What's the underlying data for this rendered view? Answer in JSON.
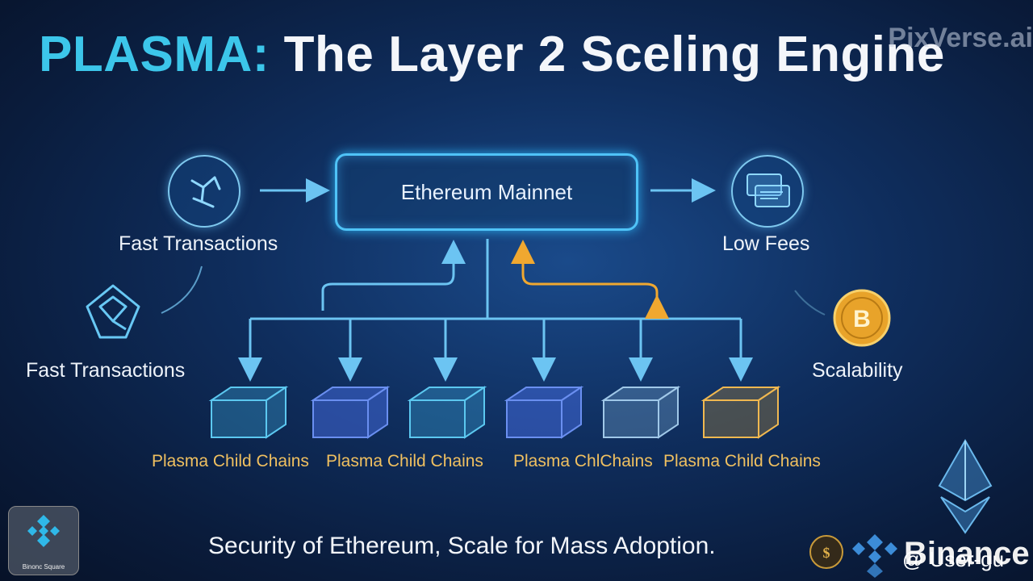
{
  "title": {
    "accent": "PLASMA:",
    "rest": " The Layer 2 Sceling Engine"
  },
  "watermark": "PixVerse.ai",
  "mainnet": {
    "label": "Ethereum Mainnet"
  },
  "benefits": {
    "fast_top": "Fast Transactions",
    "fast_left": "Fast Transactions",
    "low_fees": "Low Fees",
    "scalability": "Scalability"
  },
  "chains": {
    "label_1": "Plasma Child Chains",
    "label_2": "Plasma Child Chains",
    "label_3": "Plasma ChlChains",
    "label_4": "Plasma Child Chains"
  },
  "tagline": "Security of Ethereum, Scale for Mass Adoption.",
  "branding": {
    "square_logo_text": "Binonc Square",
    "binance": "Binance",
    "user_handle": "@ User-gu"
  },
  "colors": {
    "accent": "#3cc6ea",
    "box_blue": "#4fc3f7",
    "gold": "#f0c060",
    "arrow_orange": "#f0a830"
  }
}
